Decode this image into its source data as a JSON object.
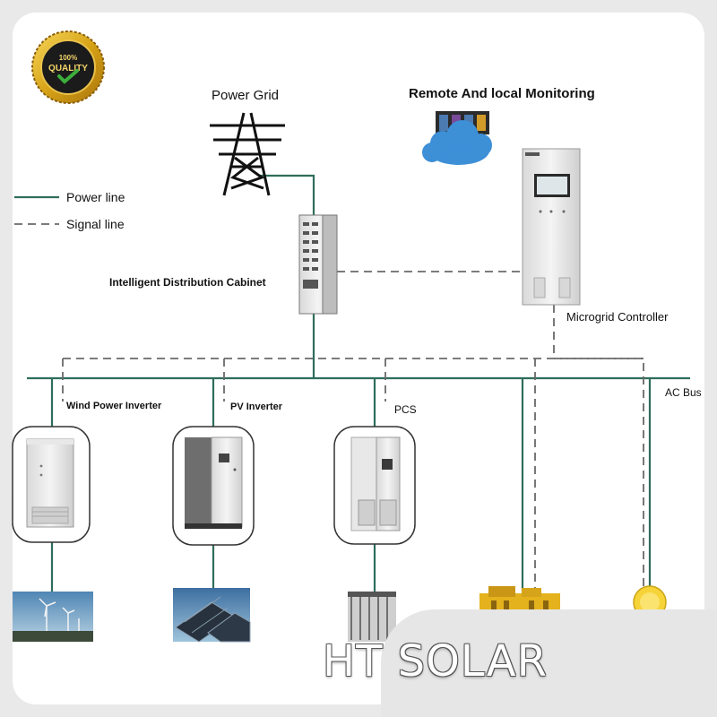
{
  "badge": {
    "top_text": "100%",
    "main_text": "QUALITY"
  },
  "labels": {
    "power_grid": "Power Grid",
    "remote_monitoring": "Remote And local Monitoring",
    "legend_power": "Power line",
    "legend_signal": "Signal line",
    "distribution_cabinet": "Intelligent Distribution Cabinet",
    "microgrid_controller": "Microgrid Controller",
    "ac_bus": "AC Bus",
    "wind_inverter": "Wind Power Inverter",
    "pv_inverter": "PV Inverter",
    "pcs": "PCS"
  },
  "watermark": "HT SOLAR",
  "colors": {
    "power_line": "#2e6e5c",
    "signal_line": "#6a6a6a",
    "cloud": "#3d8fd6",
    "badge_gold": "#d7a317",
    "generator_yellow": "#e3b21c"
  },
  "icons": [
    "quality-badge-icon",
    "transmission-tower-icon",
    "server-icon",
    "cloud-icon",
    "distribution-cabinet-icon",
    "controller-cabinet-icon",
    "inverter-cabinet-icon",
    "wind-turbine-icon",
    "solar-panel-icon",
    "battery-rack-icon",
    "diesel-generator-icon",
    "sun-icon"
  ]
}
